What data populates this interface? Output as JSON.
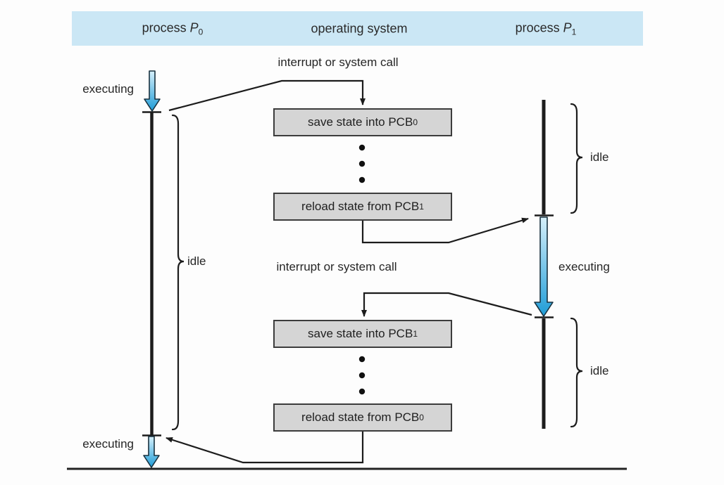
{
  "header": {
    "col_p0": {
      "prefix": "process ",
      "symbol": "P",
      "sub": "0"
    },
    "col_os": {
      "label": "operating system"
    },
    "col_p1": {
      "prefix": "process ",
      "symbol": "P",
      "sub": "1"
    }
  },
  "labels": {
    "interrupt_top": "interrupt or system call",
    "interrupt_bottom": "interrupt or system call",
    "executing_p0_top": "executing",
    "executing_p1": "executing",
    "executing_p0_bottom": "executing",
    "idle_p0": "idle",
    "idle_p1_top": "idle",
    "idle_p1_bottom": "idle"
  },
  "boxes": {
    "save_pcb0": {
      "text": "save state into PCB",
      "sub": "0"
    },
    "reload_pcb1": {
      "text": "reload state from PCB",
      "sub": "1"
    },
    "save_pcb1": {
      "text": "save state into PCB",
      "sub": "1"
    },
    "reload_pcb0": {
      "text": "reload state from PCB",
      "sub": "0"
    }
  },
  "colors": {
    "header_bg": "#cbe7f5",
    "box_bg": "#d5d5d5",
    "box_border": "#3c3c3c",
    "line": "#1c1c1c",
    "arrow_blue_light": "#d6f0fb",
    "arrow_blue_dark": "#1e9cd7",
    "text": "#222222"
  }
}
